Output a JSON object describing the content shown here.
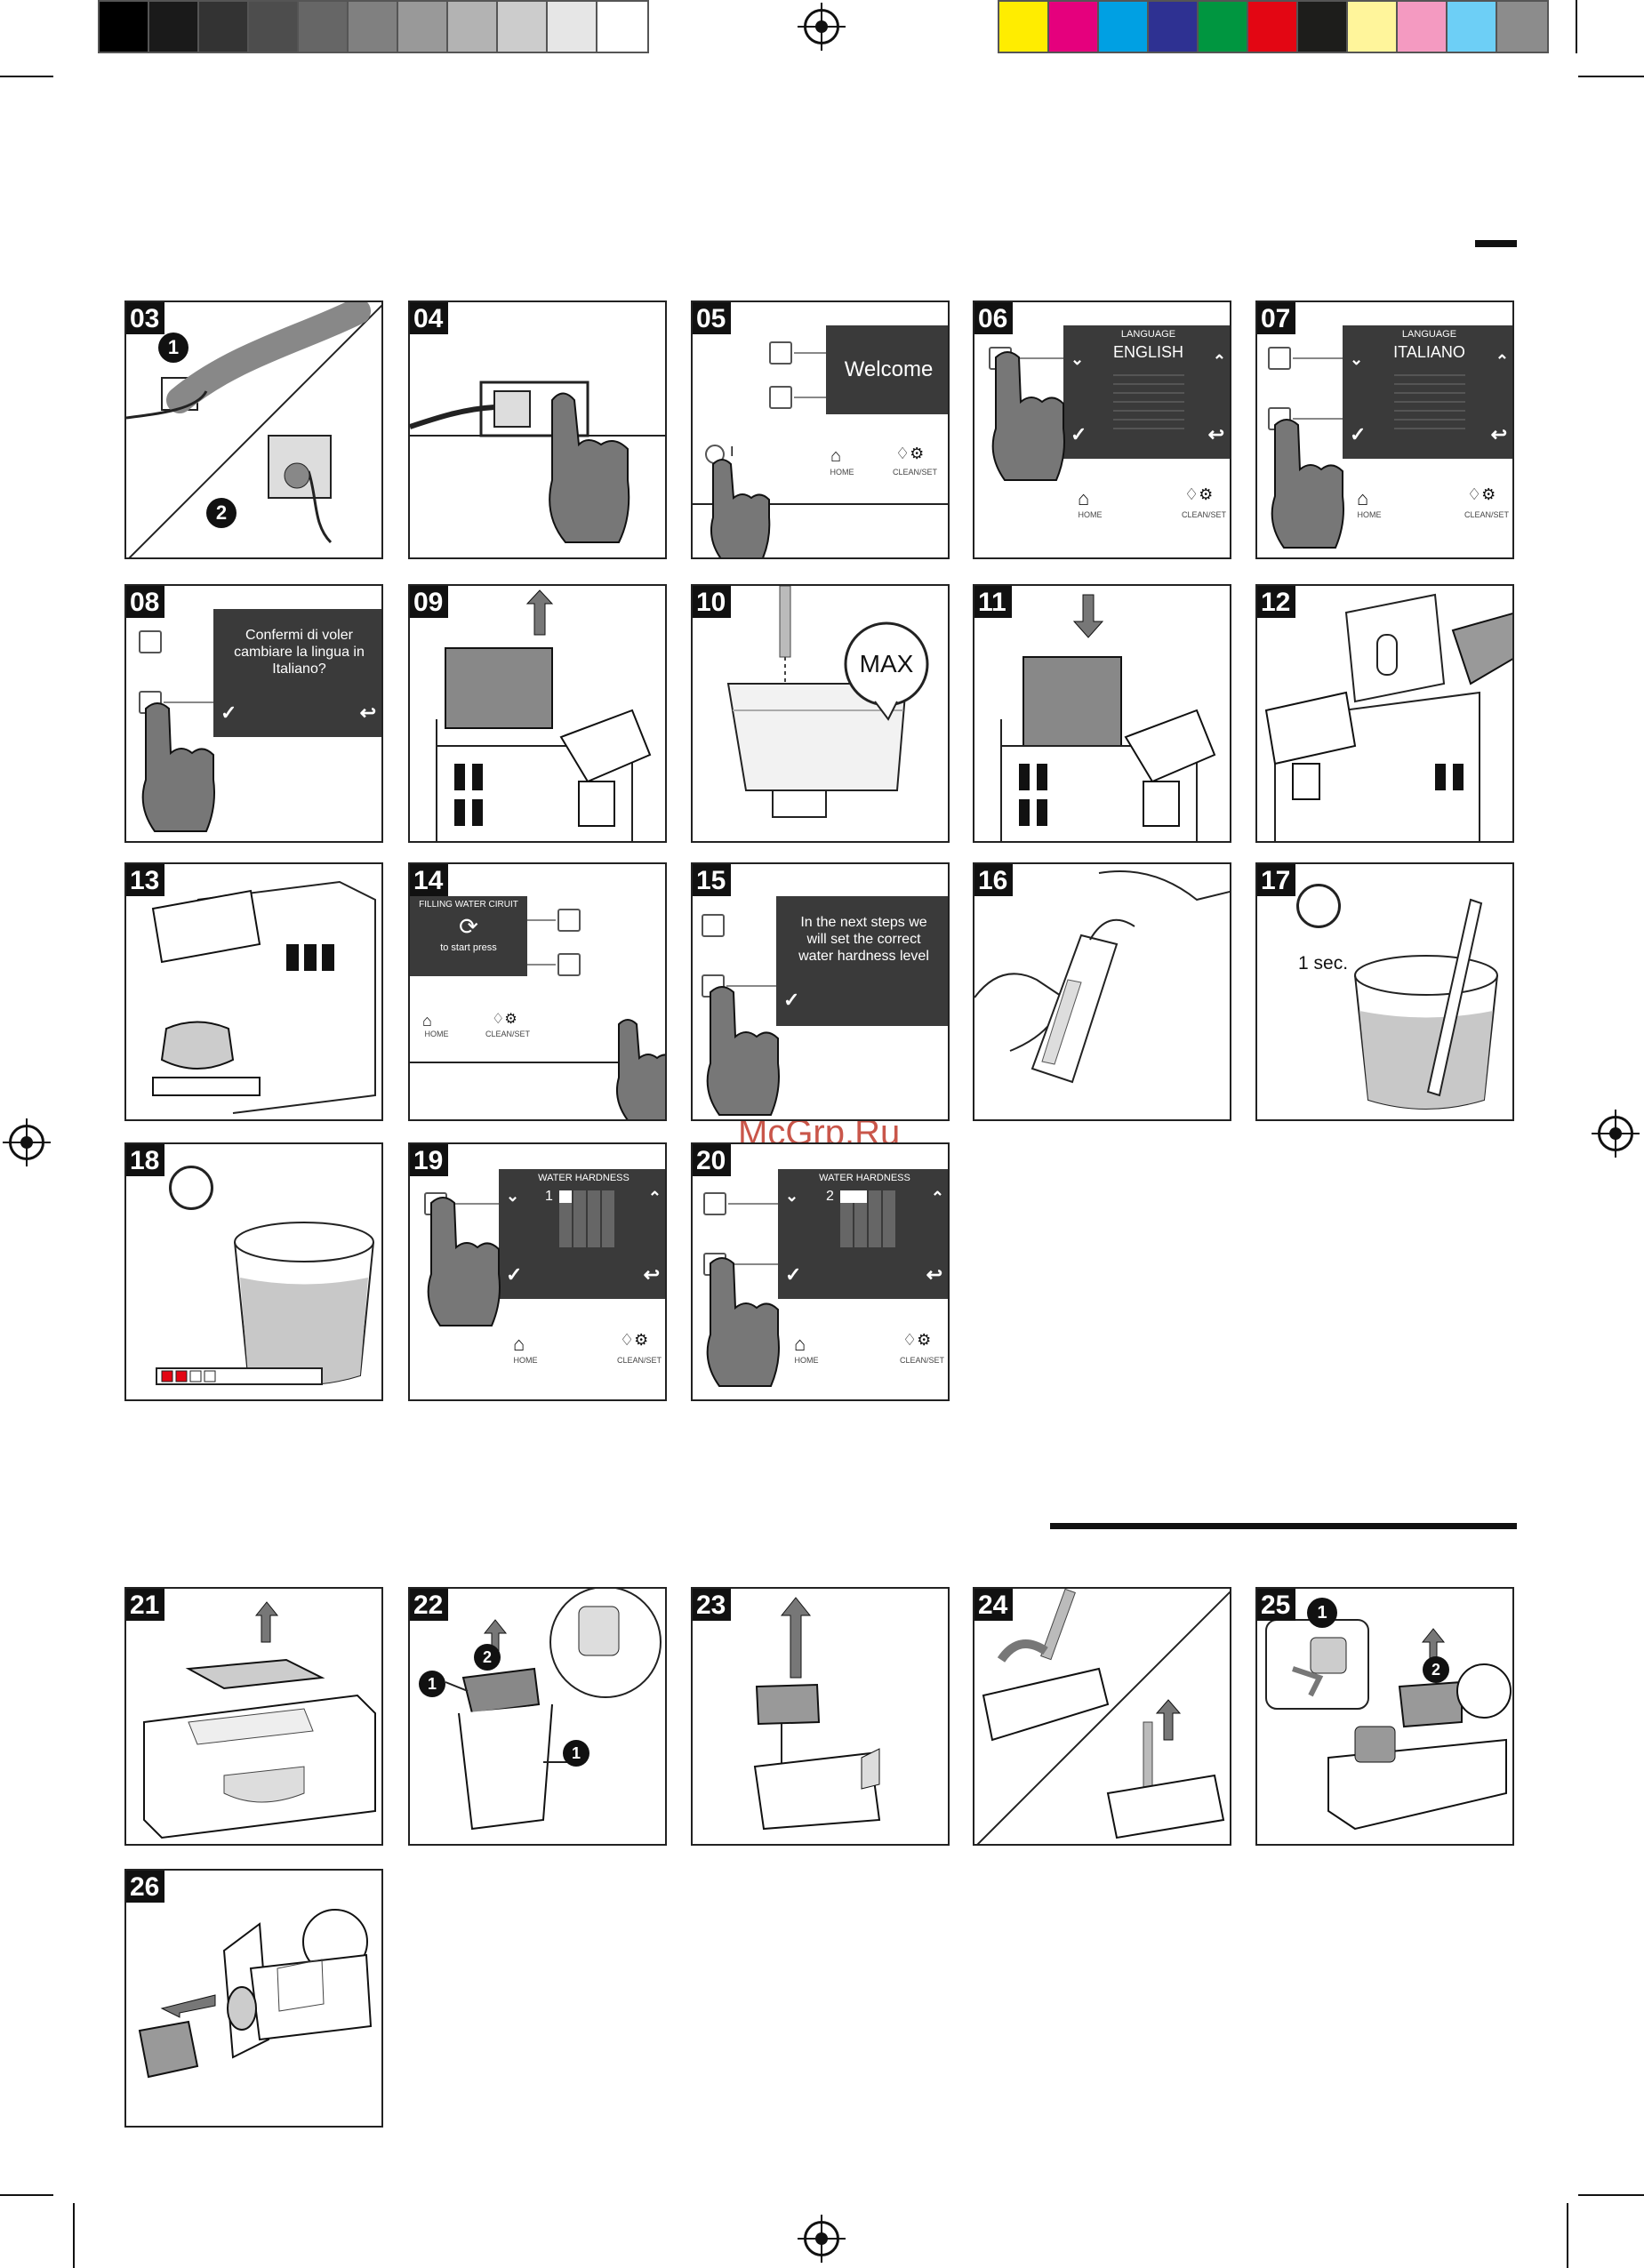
{
  "colors": {
    "grayscale": [
      "#000000",
      "#1a1a1a",
      "#333333",
      "#4d4d4d",
      "#666666",
      "#808080",
      "#999999",
      "#b3b3b3",
      "#cccccc",
      "#e6e6e6",
      "#ffffff"
    ],
    "process": [
      "#ffed00",
      "#e5007d",
      "#00a0e3",
      "#2e3192",
      "#009640",
      "#e30613",
      "#1d1d1b",
      "#fff59b",
      "#f49ac1",
      "#6dcff6",
      "#8c8c8c"
    ]
  },
  "watermark": "McGrp.Ru",
  "steps": {
    "s03": {
      "num": "03",
      "badge1": "1",
      "badge2": "2"
    },
    "s04": {
      "num": "04"
    },
    "s05": {
      "num": "05",
      "screen_text": "Welcome",
      "power_label": "I",
      "home_label": "HOME",
      "clean_label": "CLEAN/SET"
    },
    "s06": {
      "num": "06",
      "title": "LANGUAGE",
      "selected": "ENGLISH",
      "home_label": "HOME",
      "clean_label": "CLEAN/SET"
    },
    "s07": {
      "num": "07",
      "title": "LANGUAGE",
      "selected": "ITALIANO",
      "home_label": "HOME",
      "clean_label": "CLEAN/SET"
    },
    "s08": {
      "num": "08",
      "message": "Confermi di voler cambiare la lingua in Italiano?"
    },
    "s09": {
      "num": "09"
    },
    "s10": {
      "num": "10",
      "max_label": "MAX"
    },
    "s11": {
      "num": "11"
    },
    "s12": {
      "num": "12"
    },
    "s13": {
      "num": "13"
    },
    "s14": {
      "num": "14",
      "title": "FILLING WATER CIRUIT",
      "subtitle": "to start press",
      "home_label": "HOME",
      "clean_label": "CLEAN/SET"
    },
    "s15": {
      "num": "15",
      "message": "In the next steps we will set the correct water hardness level"
    },
    "s16": {
      "num": "16"
    },
    "s17": {
      "num": "17",
      "time_label": "1 sec."
    },
    "s18": {
      "num": "18"
    },
    "s19": {
      "num": "19",
      "title": "WATER HARDNESS",
      "level": "1",
      "home_label": "HOME",
      "clean_label": "CLEAN/SET"
    },
    "s20": {
      "num": "20",
      "title": "WATER HARDNESS",
      "level": "2",
      "home_label": "HOME",
      "clean_label": "CLEAN/SET"
    },
    "s21": {
      "num": "21"
    },
    "s22": {
      "num": "22",
      "badge_a": "1",
      "badge_b": "2",
      "badge_c": "1"
    },
    "s23": {
      "num": "23"
    },
    "s24": {
      "num": "24"
    },
    "s25": {
      "num": "25",
      "badge_a": "1",
      "badge_b": "2"
    },
    "s26": {
      "num": "26"
    }
  }
}
